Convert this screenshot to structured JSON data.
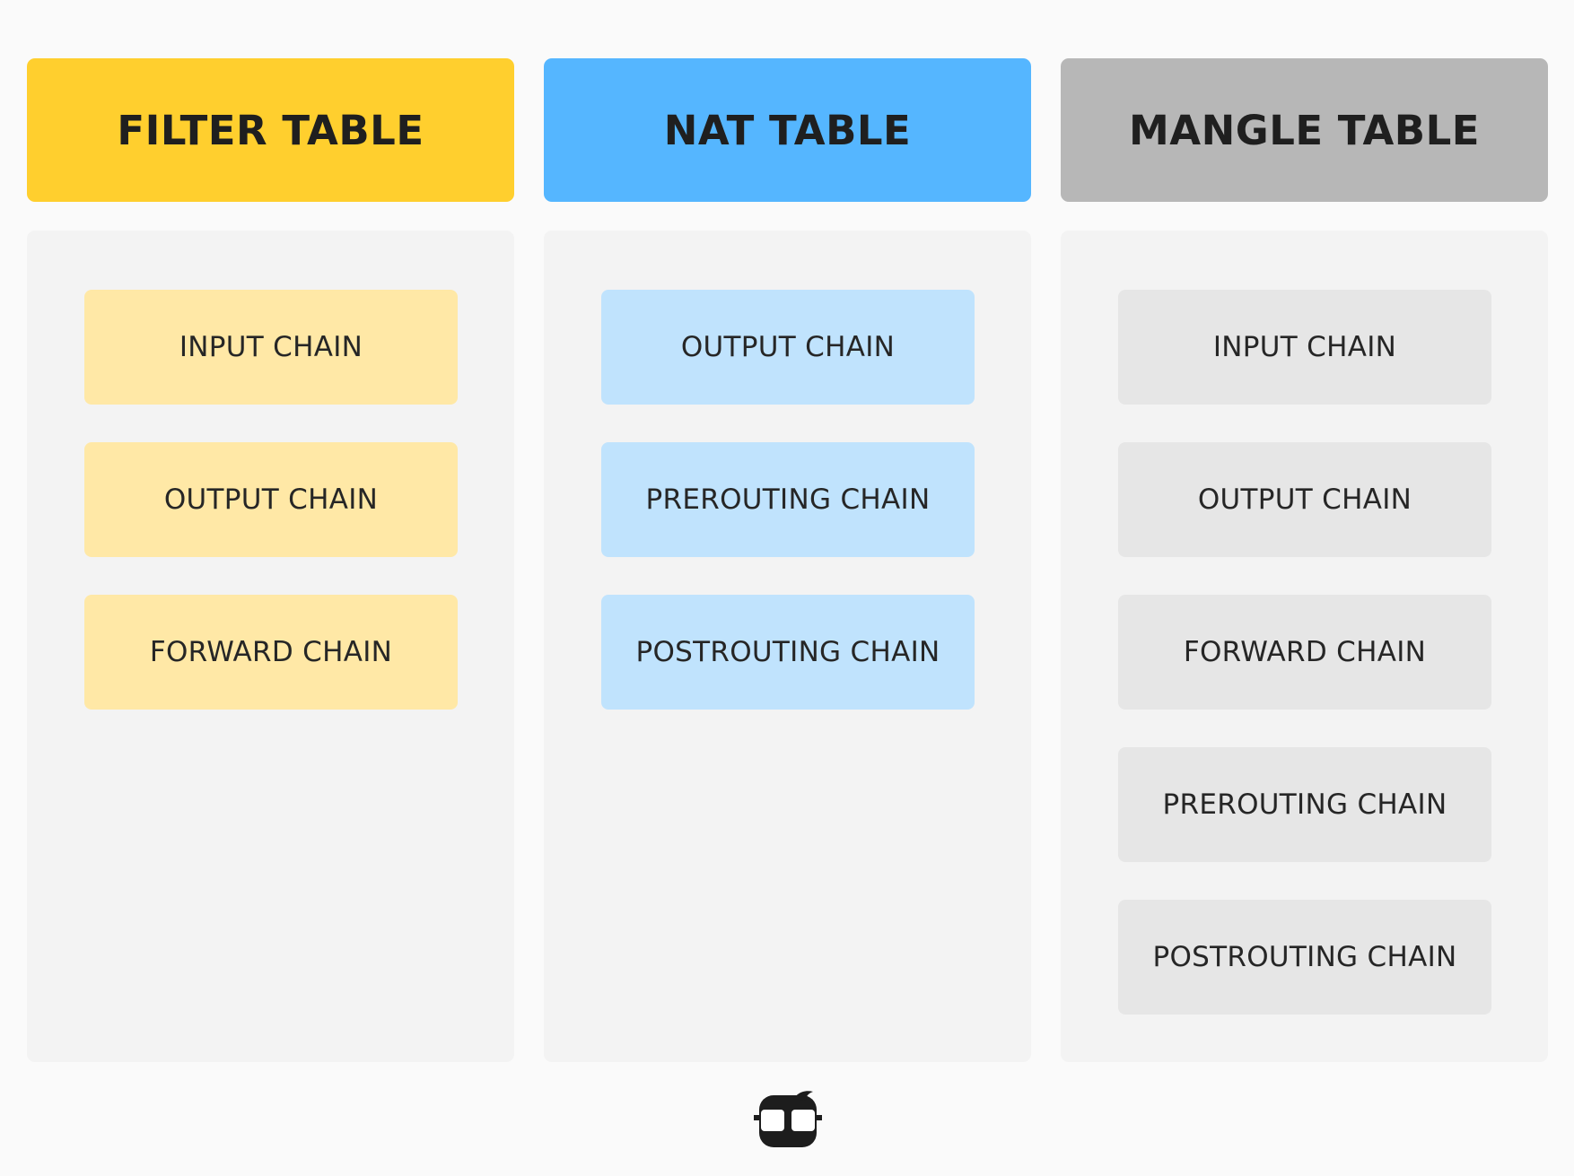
{
  "tables": [
    {
      "title": "FILTER TABLE",
      "header_color": "#ffcf2e",
      "chain_color": "#ffe8a6",
      "chains": [
        "INPUT CHAIN",
        "OUTPUT CHAIN",
        "FORWARD CHAIN"
      ]
    },
    {
      "title": "NAT TABLE",
      "header_color": "#55b6ff",
      "chain_color": "#c0e3fd",
      "chains": [
        "OUTPUT CHAIN",
        "PREROUTING CHAIN",
        "POSTROUTING CHAIN"
      ]
    },
    {
      "title": "MANGLE TABLE",
      "header_color": "#b7b7b7",
      "chain_color": "#e6e6e6",
      "chains": [
        "INPUT CHAIN",
        "OUTPUT CHAIN",
        "FORWARD CHAIN",
        "PREROUTING CHAIN",
        "POSTROUTING CHAIN"
      ]
    }
  ],
  "logo": {
    "icon": "nerd-face-icon"
  }
}
